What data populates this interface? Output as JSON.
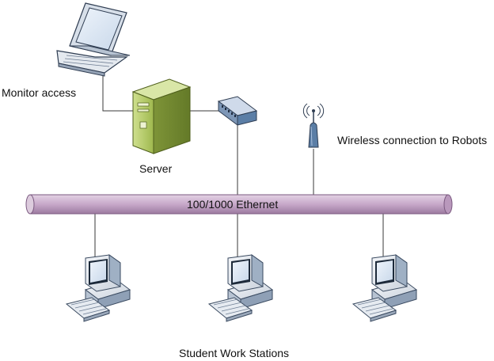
{
  "labels": {
    "monitor_access": "Monitor access",
    "server": "Server",
    "wireless": "Wireless connection to Robots",
    "ethernet": "100/1000 Ethernet",
    "workstations": "Student Work Stations"
  },
  "icons": {
    "laptop": "laptop-icon",
    "server": "server-tower-icon",
    "switch": "network-switch-icon",
    "access_point": "wireless-access-point-icon",
    "workstation": "desktop-computer-icon"
  },
  "colors": {
    "bus_fill": "#c7a8c9",
    "bus_stroke": "#7b5a80",
    "server_green": "#a9c25a",
    "device_blue": "#5b7ea6",
    "line": "#3a3a3a"
  }
}
